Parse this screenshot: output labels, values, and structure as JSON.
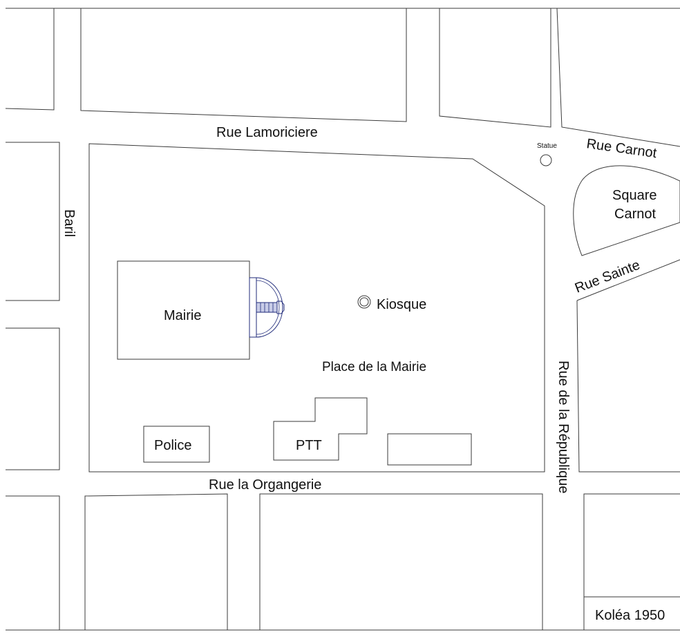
{
  "map": {
    "streets": {
      "lamoriciere": "Rue Lamoriciere",
      "carnot": "Rue Carnot",
      "sainte": "Rue Sainte",
      "baril": "Baril",
      "republique": "Rue de la République",
      "organgerie": "Rue la Organgerie"
    },
    "places": {
      "mairie": "Mairie",
      "kiosque": "Kiosque",
      "place": "Place de la Mairie",
      "police": "Police",
      "ptt": "PTT",
      "statue": "Statue",
      "square_line1": "Square",
      "square_line2": "Carnot"
    },
    "caption": "Koléa 1950",
    "colors": {
      "lines": "#3a3a3a",
      "stair_accent": "#1f2a7a",
      "background": "#ffffff"
    }
  }
}
